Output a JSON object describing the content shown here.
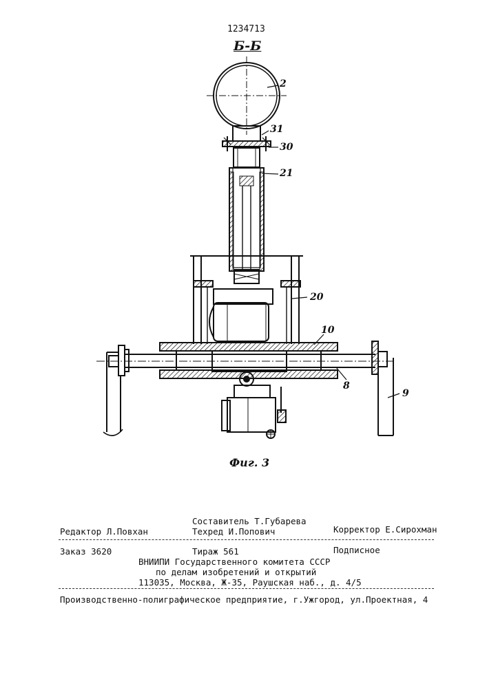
{
  "header": {
    "patent_number": "1234713",
    "section_label": "Б-Б"
  },
  "drawing": {
    "labels": [
      "2",
      "31",
      "30",
      "21",
      "20",
      "10",
      "8",
      "9"
    ],
    "caption": "Фиг. 3"
  },
  "footer": {
    "editor": "Редактор Л.Повхан",
    "compiler": "Составитель Т.Губарева",
    "techeditor": "Техред И.Попович",
    "corrector": "Корректор Е.Сирохман",
    "order": "Заказ 3620",
    "circulation": "Тираж 561",
    "subscription": "Подписное",
    "org_line1": "ВНИИПИ Государственного комитета СССР",
    "org_line2": "по делам изобретений и открытий",
    "org_address": "113035, Москва, Ж-35, Раушская наб., д. 4/5",
    "printer": "Производственно-полиграфическое предприятие, г.Ужгород, ул.Проектная, 4"
  }
}
